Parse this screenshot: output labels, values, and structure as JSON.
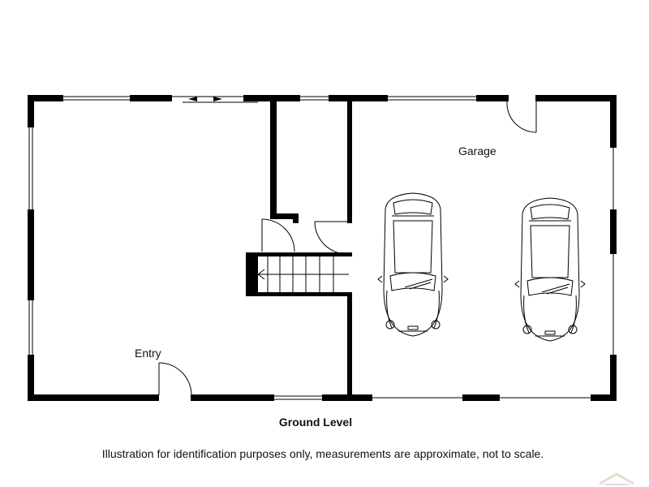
{
  "rooms": {
    "garage": "Garage",
    "entry": "Entry"
  },
  "title": "Ground Level",
  "disclaimer": "Illustration for identification purposes only, measurements are approximate, not to scale.",
  "colors": {
    "wall": "#000000",
    "line": "#000000",
    "background": "#ffffff",
    "watermark": "#e2ddd0"
  },
  "icons": [
    "car-icon",
    "car-icon",
    "door-swing-icon",
    "stair-arrow-icon",
    "watermark-logo-icon"
  ]
}
